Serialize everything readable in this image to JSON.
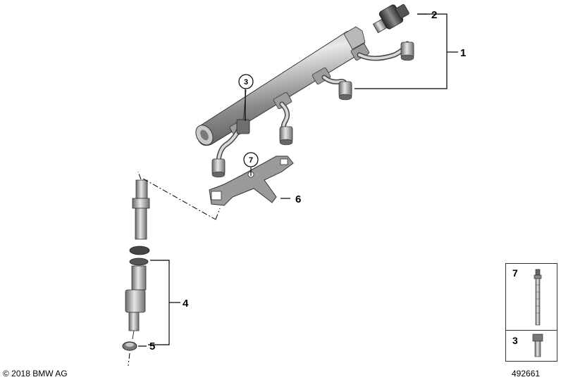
{
  "callouts": {
    "c1": "1",
    "c2": "2",
    "c3": "3",
    "c4": "4",
    "c5": "5",
    "c6": "6",
    "c7": "7"
  },
  "inset": {
    "top_label": "7",
    "bottom_label": "3"
  },
  "footer": {
    "copyright": "© 2018 BMW AG",
    "doc_number": "492661"
  }
}
